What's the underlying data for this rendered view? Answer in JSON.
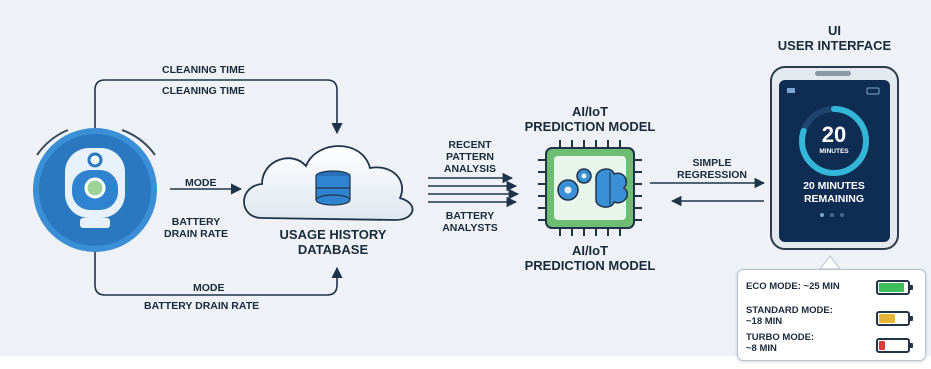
{
  "labels": {
    "cleaning_time_1": "CLEANING TIME",
    "cleaning_time_2": "CLEANING TIME",
    "mode_top": "MODE",
    "battery_drain_left_1": "BATTERY",
    "battery_drain_left_2": "DRAIN RATE",
    "mode_bottom": "MODE",
    "battery_drain_bottom": "BATTERY DRAIN RATE",
    "database_1": "USAGE HISTORY",
    "database_2": "DATABASE",
    "recent_1": "RECENT",
    "recent_2": "PATTERN",
    "recent_3": "ANALYSIS",
    "battery_analysts_1": "BATTERY",
    "battery_analysts_2": "ANALYSTS",
    "model_top_1": "AI/IoT",
    "model_top_2": "PREDICTION MODEL",
    "model_bottom_1": "AI/IoT",
    "model_bottom_2": "PREDICTION MODEL",
    "simple_1": "SIMPLE",
    "simple_2": "REGRESSION",
    "ui_1": "UI",
    "ui_2": "USER INTERFACE"
  },
  "phone": {
    "ring_value": "20",
    "ring_unit": "MINUTES",
    "remaining_1": "20 MINUTES",
    "remaining_2": "REMAINING",
    "progress_fraction": 0.8
  },
  "modes": [
    {
      "line1": "ECO MODE: ~25 MIN",
      "line2": "",
      "level": 0.9,
      "color": "#3fbf5a"
    },
    {
      "line1": "STANDARD MODE:",
      "line2": "~18 MIN",
      "level": 0.6,
      "color": "#e6b534"
    },
    {
      "line1": "TURBO MODE:",
      "line2": "~8 MIN",
      "level": 0.28,
      "color": "#d93a3a"
    }
  ],
  "colors": {
    "arrow": "#1f3448",
    "robot_blue": "#3a8fd6",
    "phone_screen": "#0f2c52",
    "ring": "#34b6d9",
    "chip": "#6dbd72"
  }
}
